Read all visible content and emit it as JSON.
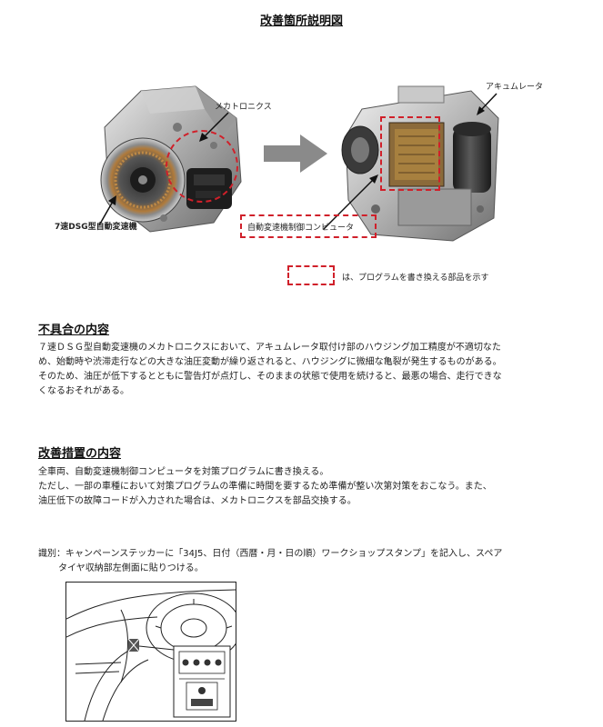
{
  "page_title": "改善箇所説明図",
  "figure": {
    "label_mechatronics": "メカトロニクス",
    "label_accumulator": "アキュムレータ",
    "label_transmission": "7速DSG型自動変速機",
    "label_tcu": "自動変速機制御コンピュータ",
    "legend_text": "は、プログラムを書き換える部品を示す",
    "accent_color": "#d0202a",
    "arrow_color": "#8a8a8a"
  },
  "defect": {
    "heading": "不具合の内容",
    "lines": [
      "７速ＤＳＧ型自動変速機のメカトロニクスにおいて、アキュムレータ取付け部のハウジング加工精度が不適切なた",
      "め、始動時や渋滞走行などの大きな油圧変動が繰り返されると、ハウジングに微細な亀裂が発生するものがある。",
      "そのため、油圧が低下するとともに警告灯が点灯し、そのままの状態で使用を続けると、最悪の場合、走行できな",
      "くなるおそれがある。"
    ]
  },
  "remedy": {
    "heading": "改善措置の内容",
    "lines": [
      "全車両、自動変速機制御コンピュータを対策プログラムに書き換える。",
      "ただし、一部の車種において対策プログラムの準備に時間を要するため準備が整い次第対策をおこなう。また、",
      "油圧低下の故障コードが入力された場合は、メカトロニクスを部品交換する。"
    ]
  },
  "identification": {
    "line1": "識別：キャンペーンステッカーに「34J5、日付（西暦・月・日の順）ワークショップスタンプ」を記入し、スペア",
    "line2": "タイヤ収納部左側面に貼りつける。"
  }
}
